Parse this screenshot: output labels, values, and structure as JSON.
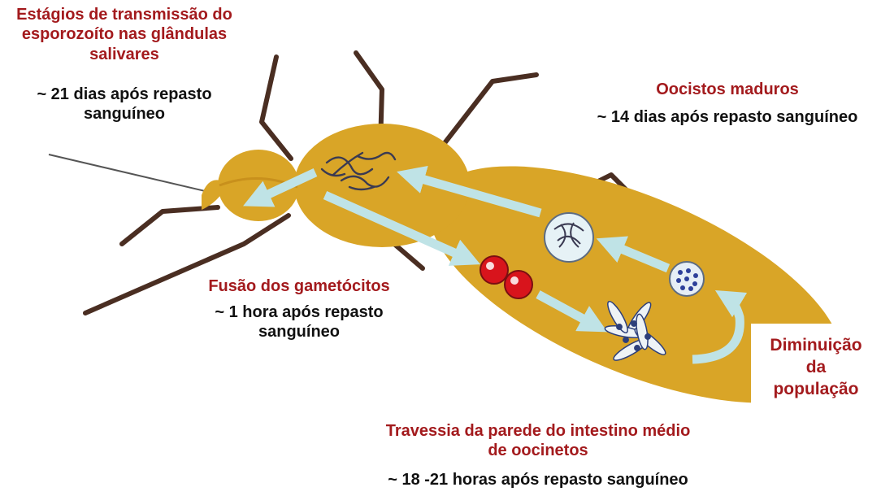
{
  "colors": {
    "body": "#d9a527",
    "body_dark": "#c8901c",
    "legs": "#4a2e22",
    "arrow": "#bfe3e6",
    "red_text": "#a31a1d",
    "black_text": "#111111",
    "gametocyte": "#d8141c"
  },
  "labels": {
    "sporozoite": {
      "title": [
        "Estágios de transmissão do",
        "esporozoíto nas glândulas",
        "salivares"
      ],
      "time": [
        "~ 21 dias após repasto",
        "sanguíneo"
      ]
    },
    "oocysts": {
      "title": [
        "Oocistos maduros"
      ],
      "time": [
        "~ 14 dias após repasto sanguíneo"
      ]
    },
    "gametocytes": {
      "title": [
        "Fusão dos gametócitos"
      ],
      "time": [
        "~ 1 hora após repasto",
        "sanguíneo"
      ]
    },
    "ookinetes": {
      "title": [
        "Travessia da parede do intestino médio",
        "de oocinetos"
      ],
      "time": [
        "~ 18 -21  horas após repasto sanguíneo"
      ]
    },
    "population": [
      "Diminuição",
      "da",
      "população"
    ]
  },
  "icons": [
    "mosquito-body",
    "sporozoites-icon",
    "gametocyte-pair-icon",
    "ookinete-cluster-icon",
    "young-oocyst-icon",
    "mature-oocyst-icon",
    "cycle-arrow-icon"
  ]
}
